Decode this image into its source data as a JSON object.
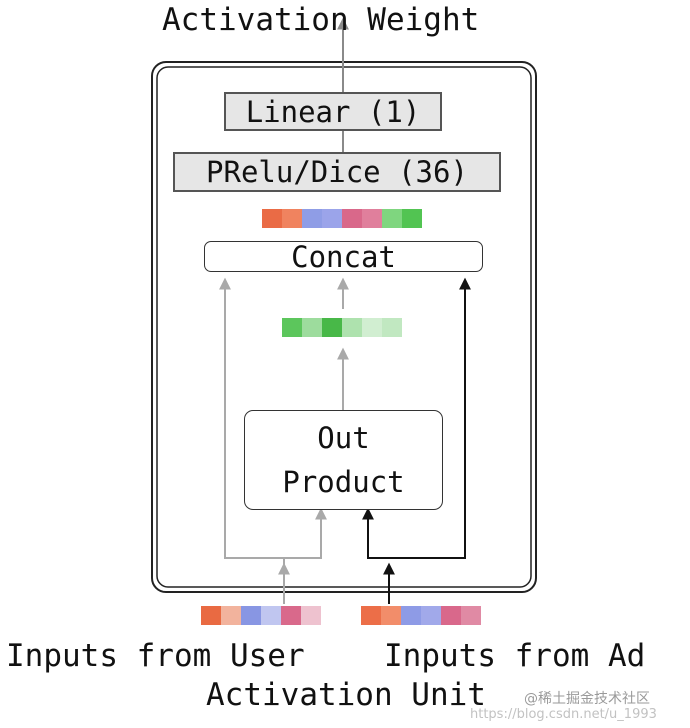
{
  "title": "Activation Weight",
  "caption": "Activation Unit",
  "input_user_label": "Inputs from User",
  "input_ad_label": "Inputs from Ad",
  "linear_label": "Linear (1)",
  "prelu_label": "PRelu/Dice (36)",
  "concat_label": "Concat",
  "out_product_line1": "Out",
  "out_product_line2": "Product",
  "watermark_cn": "@稀土掘金技术社区",
  "watermark_url": "https://blog.csdn.net/u_1993",
  "colors": {
    "concat_strip": [
      "#ea6b45",
      "#f0835f",
      "#8f9de6",
      "#9ba4ea",
      "#d9688a",
      "#e07f9c",
      "#7fd67f",
      "#52c452"
    ],
    "product_strip": [
      "#5cc65c",
      "#9ddc9d",
      "#48b848",
      "#aee2ae",
      "#d1eed1",
      "#c1e8c1"
    ],
    "user_strip": [
      "#e96a42",
      "#f2b39d",
      "#8896e3",
      "#c0c6f0",
      "#d9698b",
      "#eec2cf"
    ],
    "ad_strip": [
      "#ec6e48",
      "#f28d6a",
      "#8e9be6",
      "#a1a9ea",
      "#d9688b",
      "#e08aa4"
    ],
    "gray_arrow": "#a9a9a9",
    "black_arrow": "#111111"
  }
}
